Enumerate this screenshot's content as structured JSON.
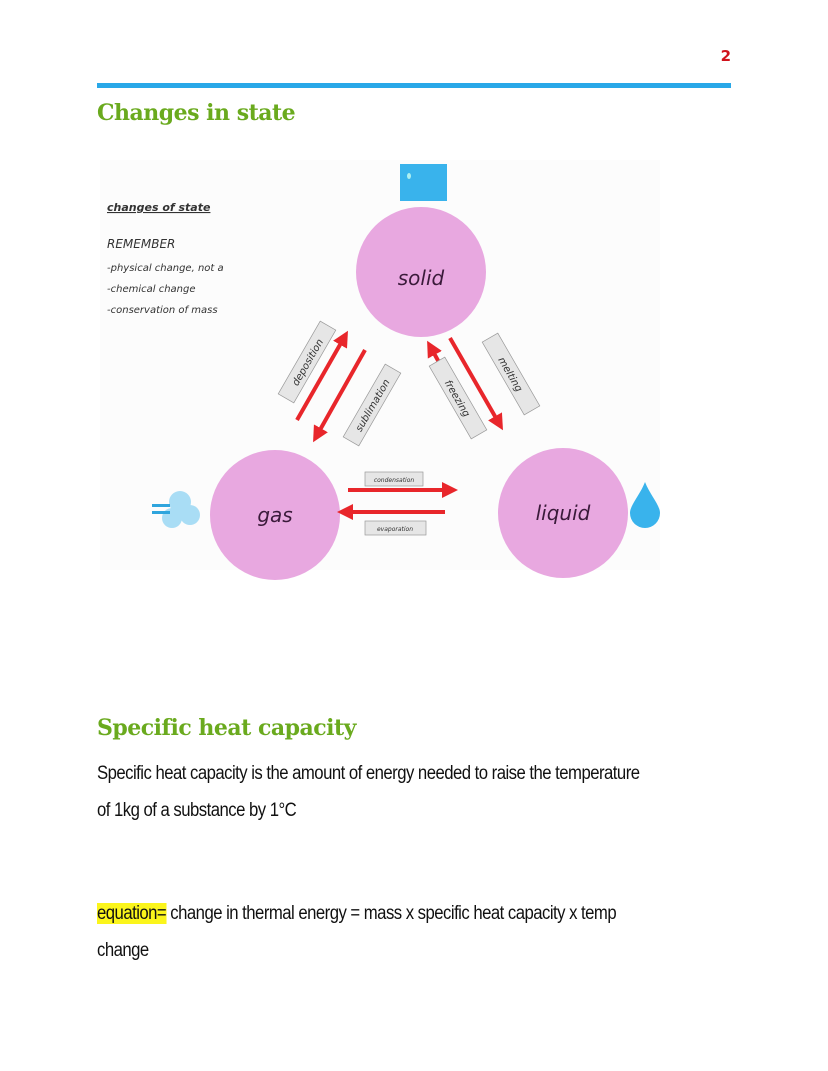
{
  "page_number": "2",
  "section1": {
    "heading": "Changes in state",
    "diagram": {
      "notes_title": "changes of state",
      "remember": "REMEMBER",
      "notes": [
        "-physical change, not a",
        "-chemical change",
        "-conservation of mass"
      ],
      "states": {
        "solid": "solid",
        "gas": "gas",
        "liquid": "liquid"
      },
      "processes": {
        "deposition": "deposition",
        "sublimation": "sublimation",
        "freezing": "freezing",
        "melting": "melting",
        "condensation": "condensation",
        "evaporation": "evaporation"
      },
      "colors": {
        "circle": "#e8a8e0",
        "arrow": "#e8262b",
        "label_box": "#e6e6e6",
        "icon_blue": "#39b3ec"
      }
    }
  },
  "section2": {
    "heading": "Specific heat capacity",
    "definition_line1": "Specific heat capacity is the amount of energy needed to raise the temperature",
    "definition_line2": "of 1kg of a substance by 1°C",
    "equation_label": "equation=",
    "equation_text": " change in thermal energy = mass x specific heat capacity x temp",
    "equation_text2": "change"
  }
}
